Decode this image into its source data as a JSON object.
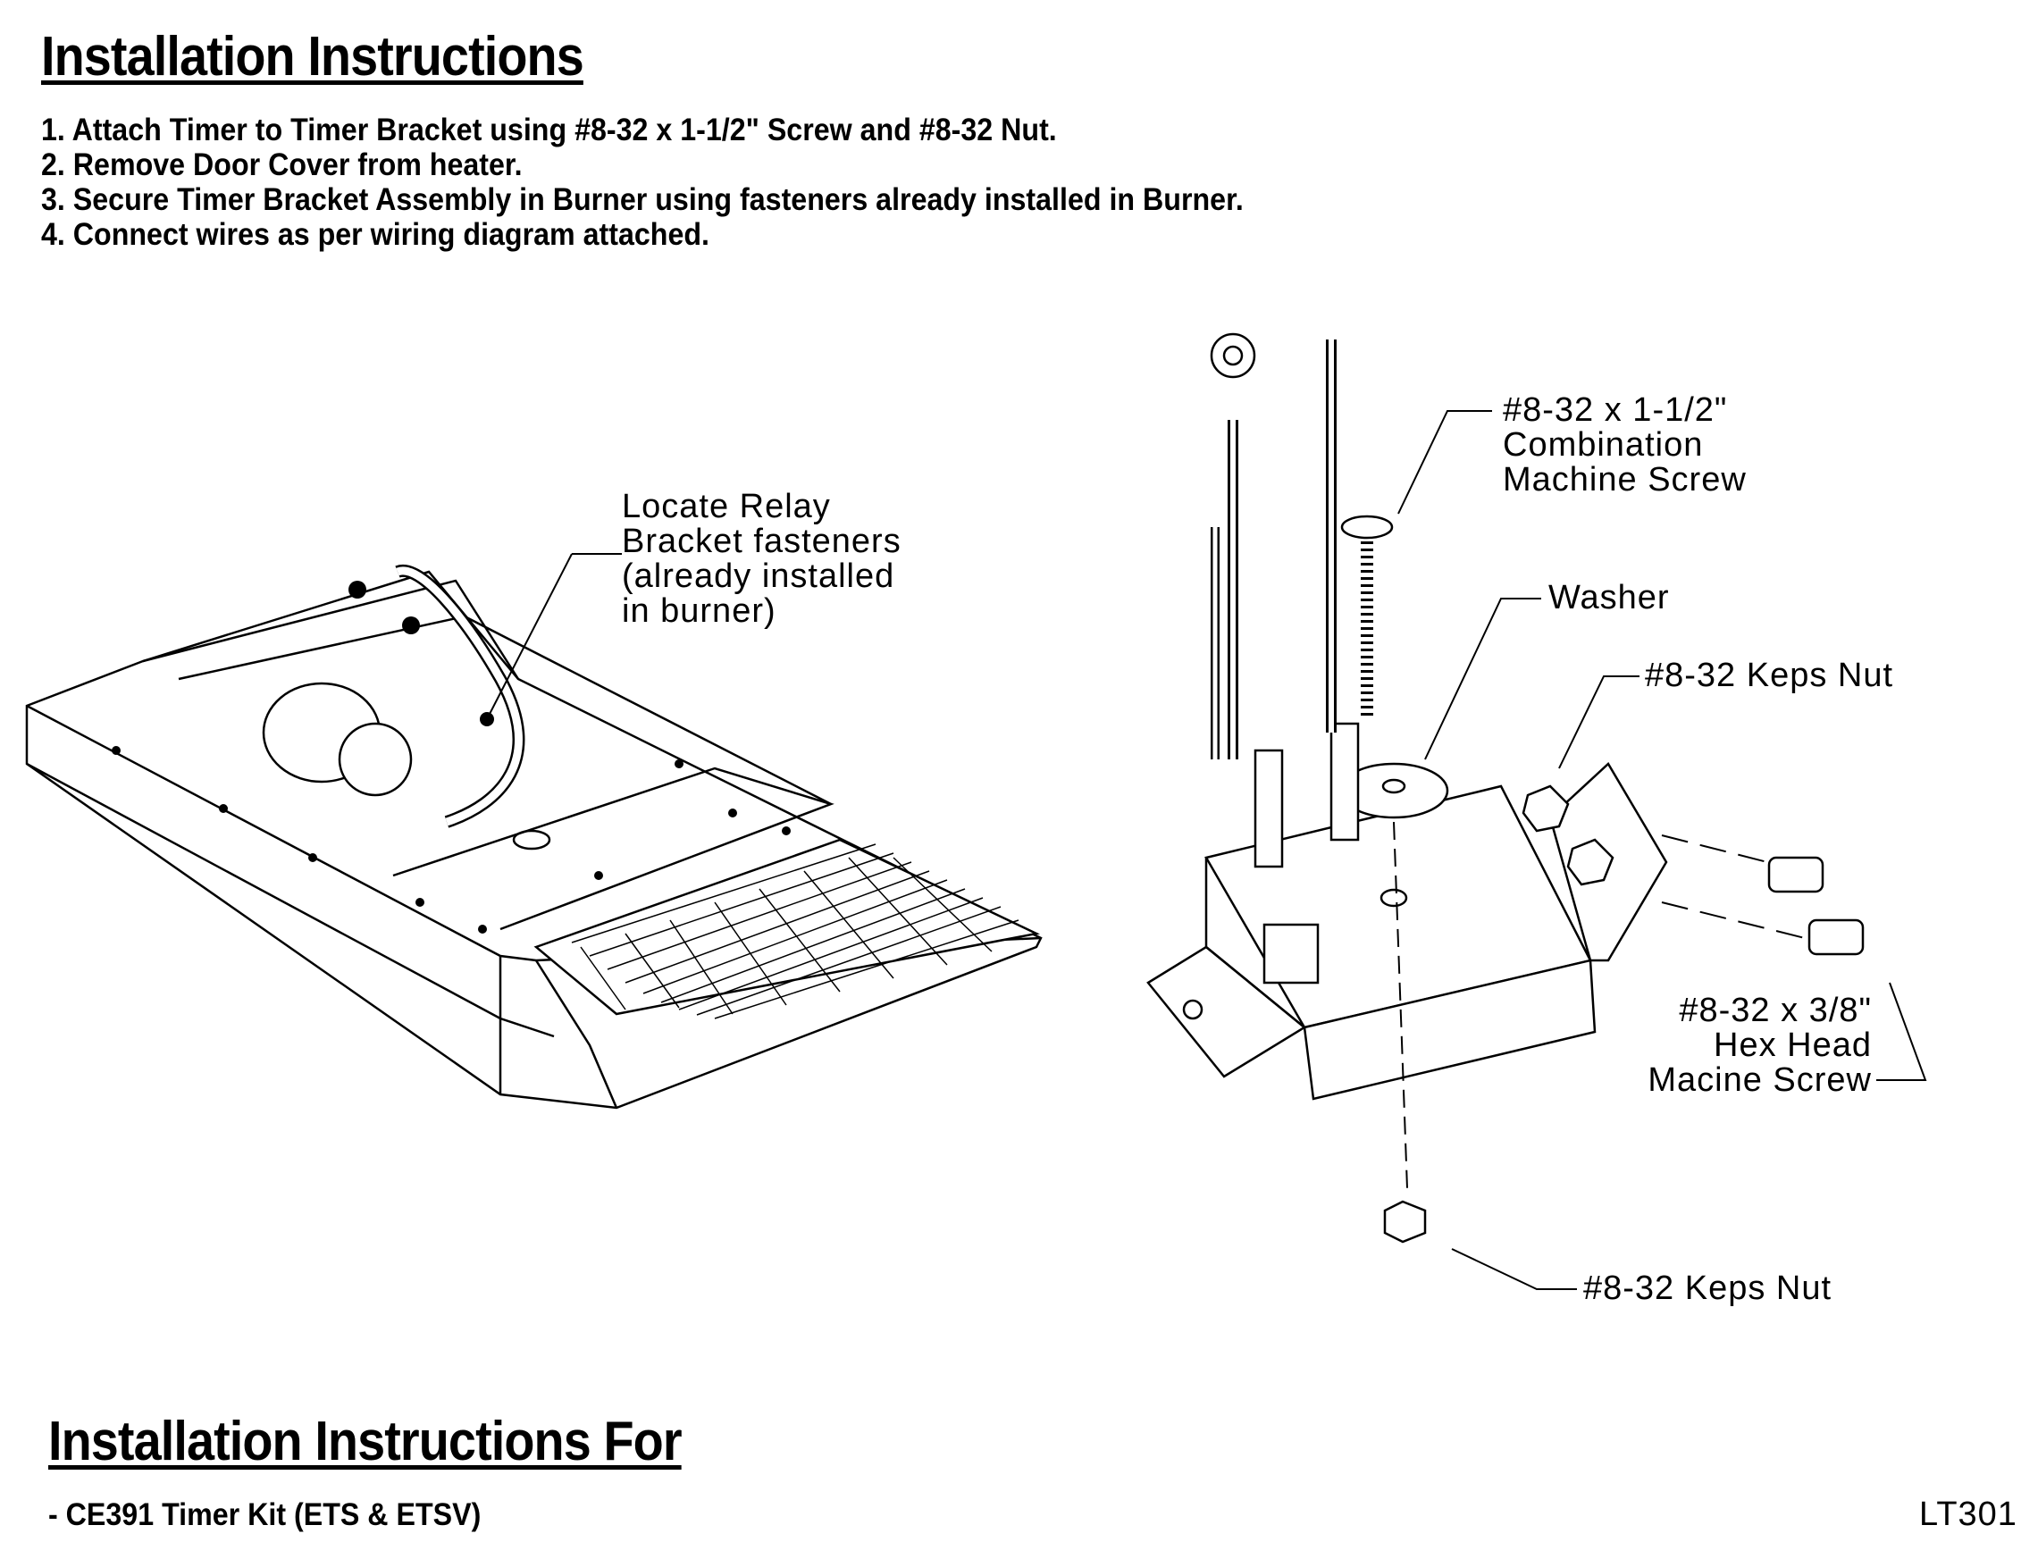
{
  "header": {
    "title": "Installation Instructions"
  },
  "steps": [
    "1. Attach Timer to Timer Bracket using #8-32 x 1-1/2\" Screw and #8-32 Nut.",
    "2. Remove Door Cover from heater.",
    "3. Secure Timer Bracket Assembly in Burner using fasteners already installed in Burner.",
    "4. Connect wires as per wiring diagram attached."
  ],
  "callouts": {
    "relay": [
      "Locate Relay",
      "Bracket fasteners",
      "(already installed",
      "in burner)"
    ],
    "combo_screw": [
      "#8-32 x 1-1/2\"",
      "Combination",
      "Machine Screw"
    ],
    "washer": "Washer",
    "keps_nut_top": "#8-32 Keps Nut",
    "hex_screw": [
      "#8-32 x 3/8\"",
      "Hex Head",
      "Macine Screw"
    ],
    "keps_nut_bottom": "#8-32 Keps Nut"
  },
  "footer": {
    "title": "Installation Instructions For",
    "subtitle": "- CE391 Timer Kit (ETS & ETSV)",
    "doc_code": "LT301"
  }
}
